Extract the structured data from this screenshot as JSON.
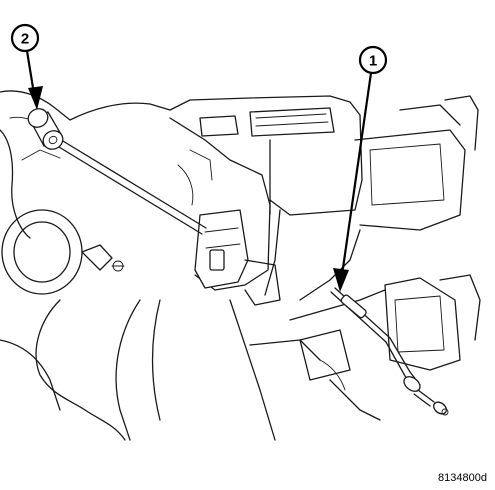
{
  "callouts": [
    {
      "label": "1",
      "item": "cable"
    },
    {
      "label": "2",
      "item": "cable-end"
    }
  ],
  "figure_id": "8134800d"
}
